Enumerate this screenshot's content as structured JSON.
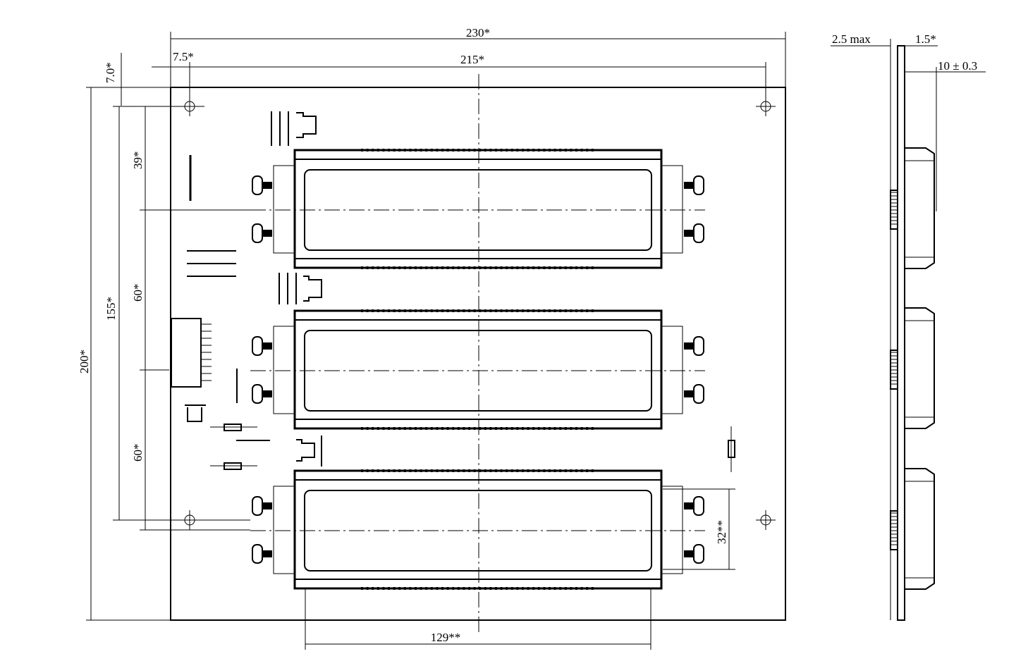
{
  "drawing": {
    "dimensions": {
      "board_width": "230*",
      "hole_offset_x": "7.5*",
      "hole_spacing_x": "215*",
      "hole_offset_y": "7.0*",
      "first_display_offset": "39*",
      "hole_spacing_y": "155*",
      "display_pitch_1": "60*",
      "display_pitch_2": "60*",
      "board_height": "200*",
      "display_window_height": "32**",
      "display_window_width": "129**"
    },
    "side_view": {
      "component_height": "2.5 max",
      "pcb_thickness": "1.5*",
      "module_height": "10 ± 0.3"
    },
    "colors": {
      "line": "#000000",
      "background": "#ffffff"
    }
  }
}
